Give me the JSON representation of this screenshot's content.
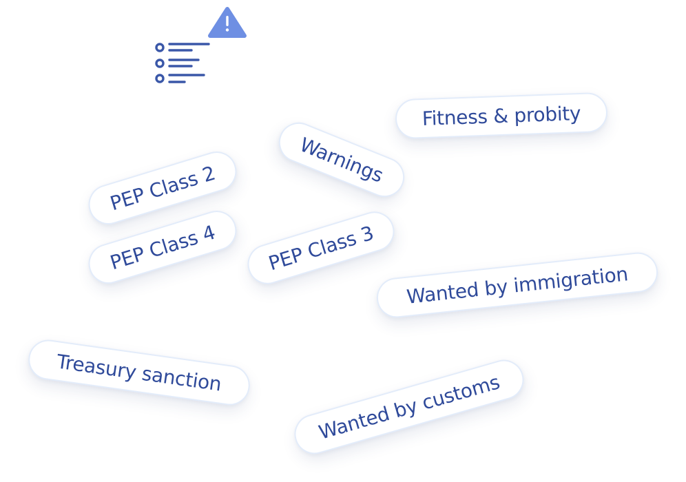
{
  "icon": {
    "name": "alert-list-icon",
    "list_color": "#3a57a8",
    "warning_color": "#6e8fe3"
  },
  "tags": [
    {
      "id": "fitness-probity",
      "label": "Fitness & probity"
    },
    {
      "id": "warnings",
      "label": "Warnings"
    },
    {
      "id": "pep-class-2",
      "label": "PEP Class 2"
    },
    {
      "id": "pep-class-4",
      "label": "PEP Class 4"
    },
    {
      "id": "pep-class-3",
      "label": "PEP Class 3"
    },
    {
      "id": "wanted-by-immigration",
      "label": "Wanted by immigration"
    },
    {
      "id": "treasury-sanction",
      "label": "Treasury sanction"
    },
    {
      "id": "wanted-by-customs",
      "label": "Wanted by customs"
    }
  ],
  "colors": {
    "tag_text": "#2f4a9a",
    "tag_border": "#e3ecfa",
    "background": "#ffffff"
  }
}
